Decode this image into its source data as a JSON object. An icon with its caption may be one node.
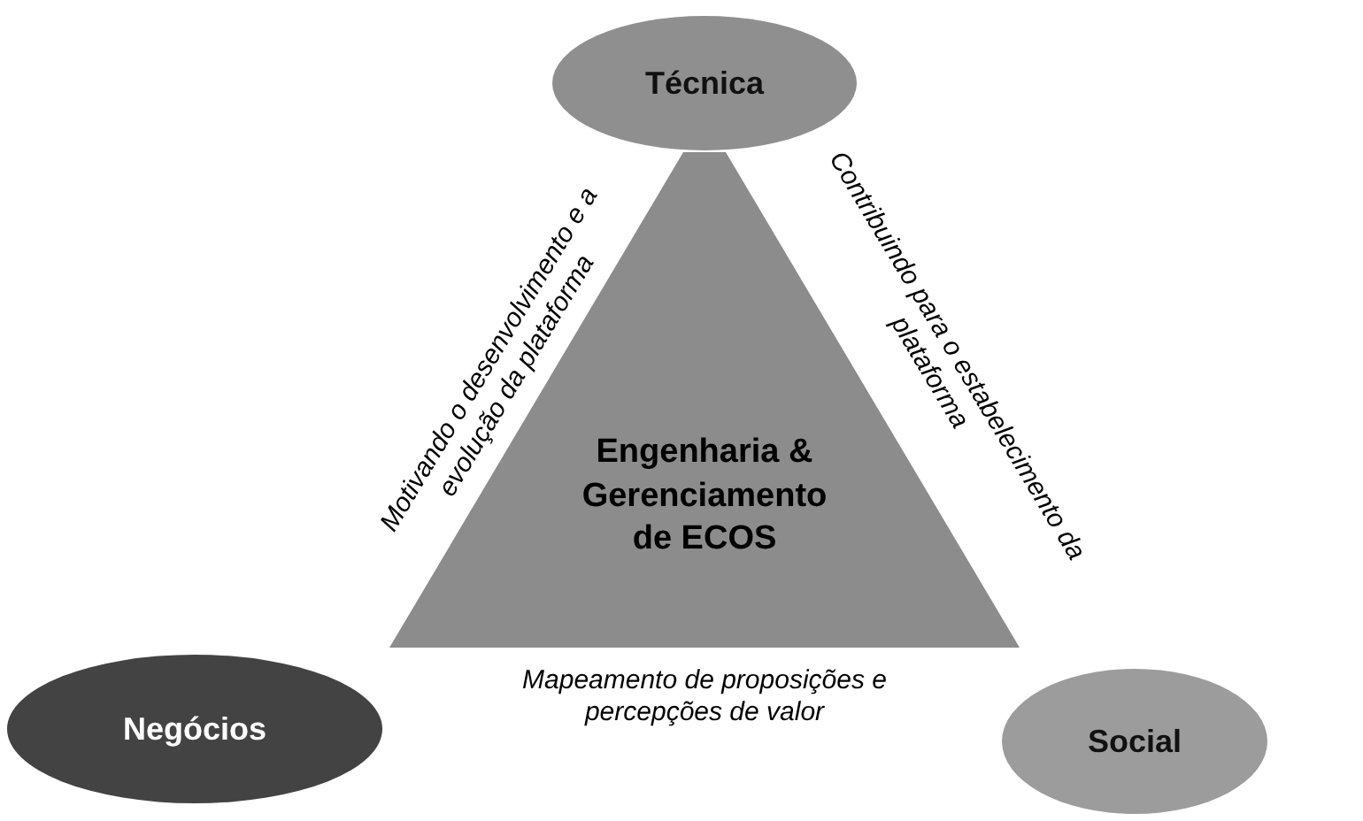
{
  "diagram": {
    "nodes": [
      {
        "text": [
          "Técnica"
        ]
      },
      {
        "text": [
          "Engenharia & Gerenciamento de ECOS"
        ]
      },
      {
        "text": [
          "Negócios"
        ]
      },
      {
        "text": [
          "Social"
        ]
      }
    ],
    "labels": [
      "Motivando o desenvolvimento e a evolução da plataforma",
      "Contribuindo para o estabelecimento da plataforma",
      "Mapeamento de proposições e percepções de valor"
    ]
  }
}
